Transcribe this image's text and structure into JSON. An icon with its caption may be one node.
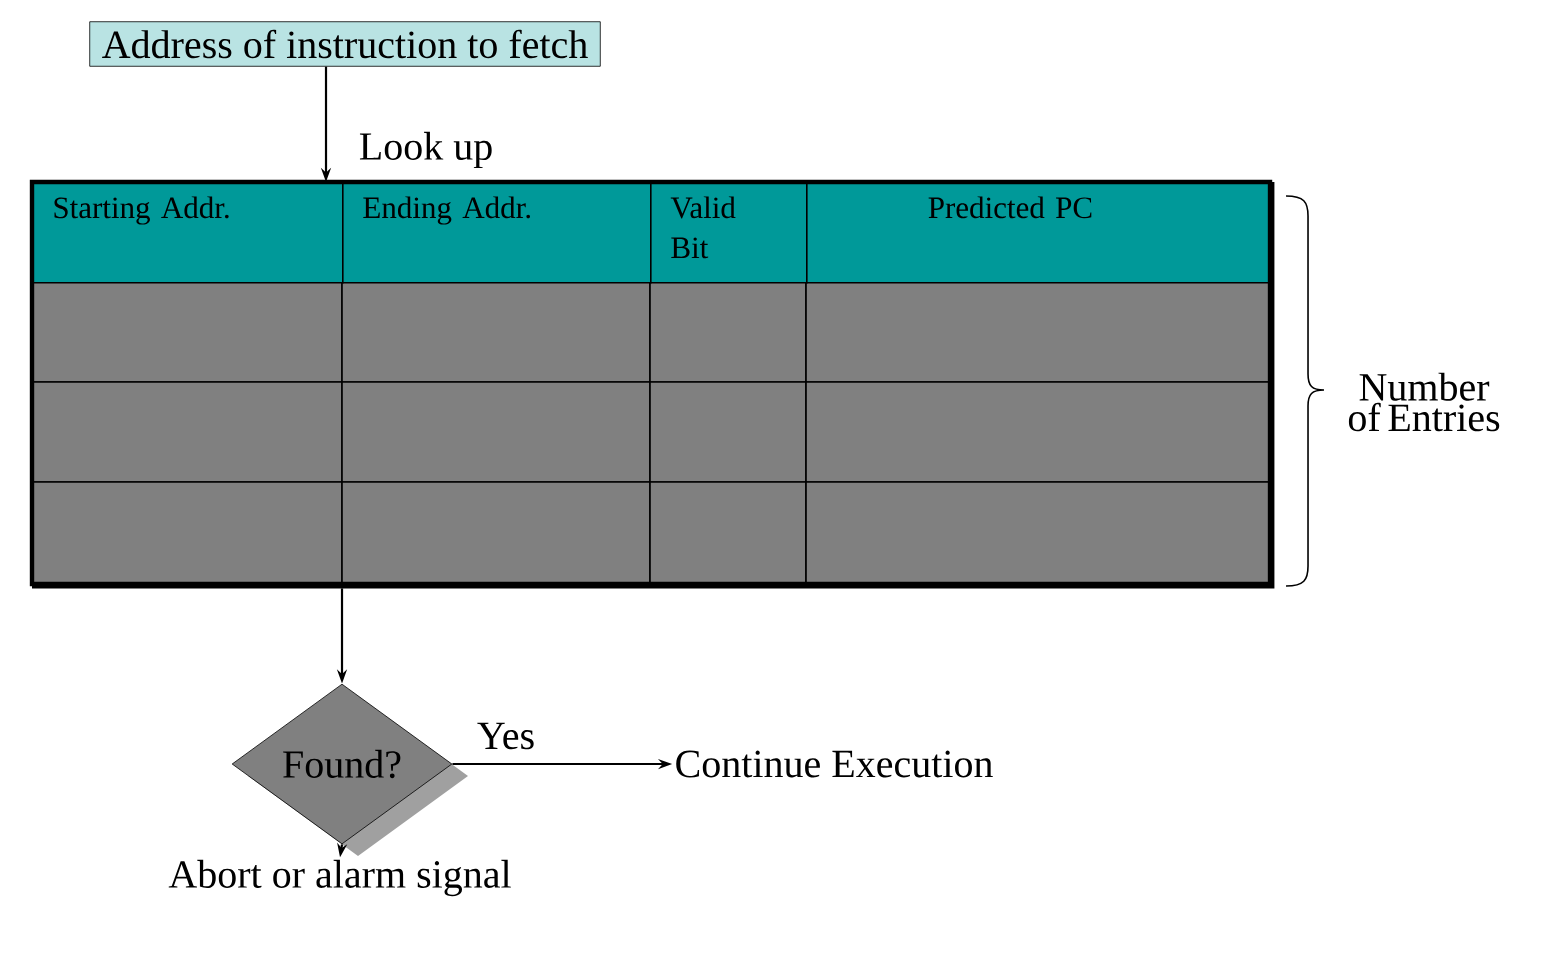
{
  "diagram": {
    "nodes": [
      {
        "text": [
          "Address of instruction to fetch"
        ]
      },
      {
        "text": [],
        "shape": "box"
      },
      {
        "text": [
          "Starting Addr."
        ],
        "in": 1
      },
      {
        "text": [
          "Ending Addr."
        ],
        "in": 1
      },
      {
        "text": [
          "Valid Bit"
        ],
        "in": 1
      },
      {
        "text": [
          "Predicted PC"
        ],
        "in": 1
      },
      {
        "text": [
          "Found?"
        ]
      },
      {
        "text": [
          "Continue Execution"
        ]
      },
      {
        "text": [
          "Abort or alarm signal"
        ]
      }
    ],
    "edges": [
      {
        "from": 0,
        "to": 1,
        "arrow": "to",
        "label": "Look up"
      },
      {
        "from": 1,
        "to": 6,
        "arrow": "to"
      },
      {
        "from": 6,
        "to": 7,
        "arrow": "to",
        "label": "Yes"
      },
      {
        "from": 6,
        "to": 8,
        "arrow": "to"
      }
    ],
    "labels": [
      "Number of Entries"
    ]
  }
}
